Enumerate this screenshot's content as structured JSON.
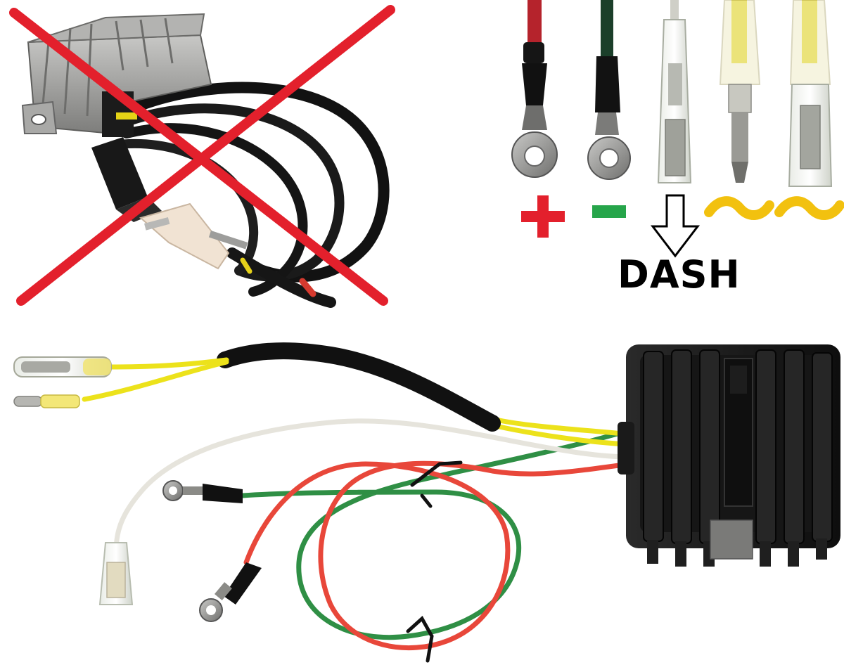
{
  "labels": {
    "dash": "DASH"
  },
  "symbols": {
    "positive": "+",
    "negative": "-",
    "ac": "~"
  },
  "colors": {
    "cross": "#e3202c",
    "positive_sign": "#e3202c",
    "negative_sign": "#26a54a",
    "ac_sign": "#f2c10f",
    "wire_red": "#e8473a",
    "wire_green": "#2f8f45",
    "wire_yellow": "#ece21b",
    "wire_white": "#e6e4dc",
    "wire_black": "#111111",
    "regulator_black": "#1c1c1c",
    "regulator_grey": "#9a9a98"
  },
  "terminals": [
    {
      "wire": "red",
      "connector": "ring",
      "sign": "+"
    },
    {
      "wire": "green",
      "connector": "ring",
      "sign": "-"
    },
    {
      "wire": "white",
      "connector": "female-spade",
      "sign": "DASH"
    },
    {
      "wire": "yellow",
      "connector": "male-bullet",
      "sign": "~"
    },
    {
      "wire": "yellow",
      "connector": "female-bullet",
      "sign": "~"
    }
  ]
}
